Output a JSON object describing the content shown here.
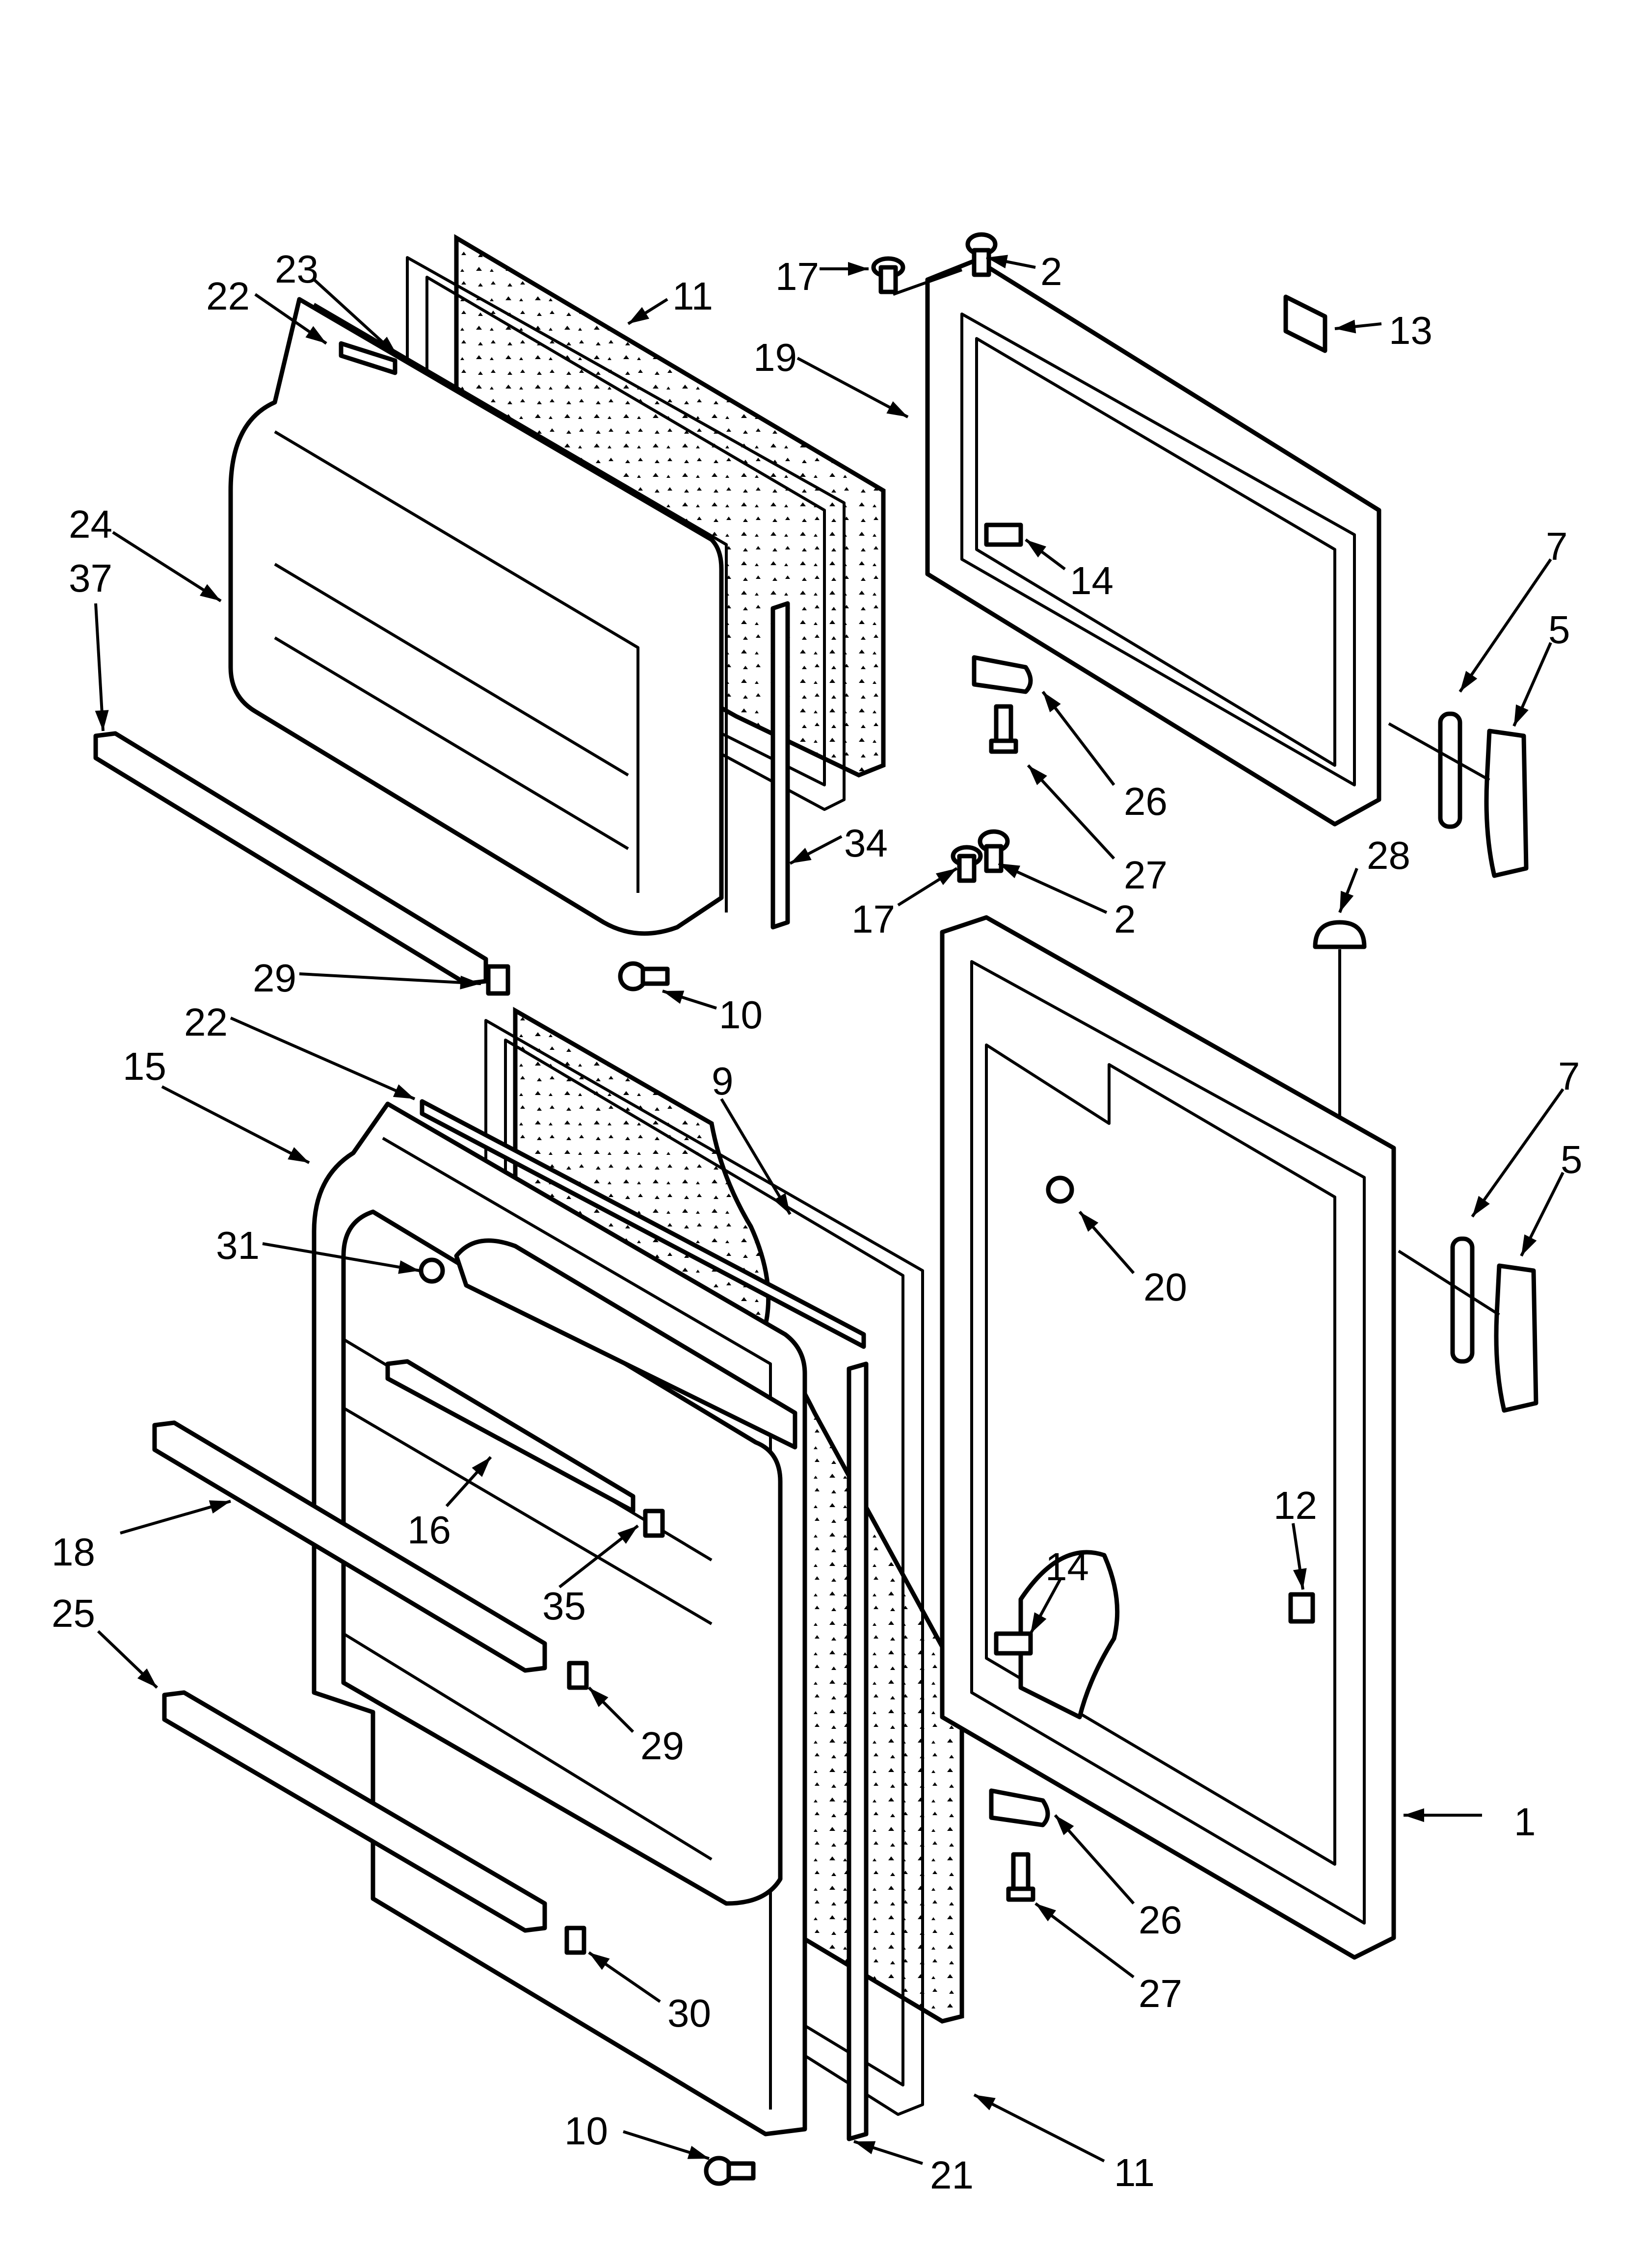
{
  "diagram": {
    "type": "exploded-parts-diagram",
    "subject": "refrigerator doors",
    "callouts": [
      {
        "id": "c1",
        "label": "1"
      },
      {
        "id": "c2a",
        "label": "2"
      },
      {
        "id": "c2b",
        "label": "2"
      },
      {
        "id": "c5a",
        "label": "5"
      },
      {
        "id": "c5b",
        "label": "5"
      },
      {
        "id": "c7a",
        "label": "7"
      },
      {
        "id": "c7b",
        "label": "7"
      },
      {
        "id": "c9",
        "label": "9"
      },
      {
        "id": "c10a",
        "label": "10"
      },
      {
        "id": "c10b",
        "label": "10"
      },
      {
        "id": "c11a",
        "label": "11"
      },
      {
        "id": "c11b",
        "label": "11"
      },
      {
        "id": "c12",
        "label": "12"
      },
      {
        "id": "c13",
        "label": "13"
      },
      {
        "id": "c14a",
        "label": "14"
      },
      {
        "id": "c14b",
        "label": "14"
      },
      {
        "id": "c15",
        "label": "15"
      },
      {
        "id": "c16",
        "label": "16"
      },
      {
        "id": "c17a",
        "label": "17"
      },
      {
        "id": "c17b",
        "label": "17"
      },
      {
        "id": "c18",
        "label": "18"
      },
      {
        "id": "c19",
        "label": "19"
      },
      {
        "id": "c20",
        "label": "20"
      },
      {
        "id": "c21",
        "label": "21"
      },
      {
        "id": "c22a",
        "label": "22"
      },
      {
        "id": "c22b",
        "label": "22"
      },
      {
        "id": "c23",
        "label": "23"
      },
      {
        "id": "c24",
        "label": "24"
      },
      {
        "id": "c25",
        "label": "25"
      },
      {
        "id": "c26a",
        "label": "26"
      },
      {
        "id": "c26b",
        "label": "26"
      },
      {
        "id": "c27a",
        "label": "27"
      },
      {
        "id": "c27b",
        "label": "27"
      },
      {
        "id": "c28",
        "label": "28"
      },
      {
        "id": "c29a",
        "label": "29"
      },
      {
        "id": "c29b",
        "label": "29"
      },
      {
        "id": "c30",
        "label": "30"
      },
      {
        "id": "c31",
        "label": "31"
      },
      {
        "id": "c34",
        "label": "34"
      },
      {
        "id": "c35",
        "label": "35"
      },
      {
        "id": "c37",
        "label": "37"
      }
    ]
  }
}
